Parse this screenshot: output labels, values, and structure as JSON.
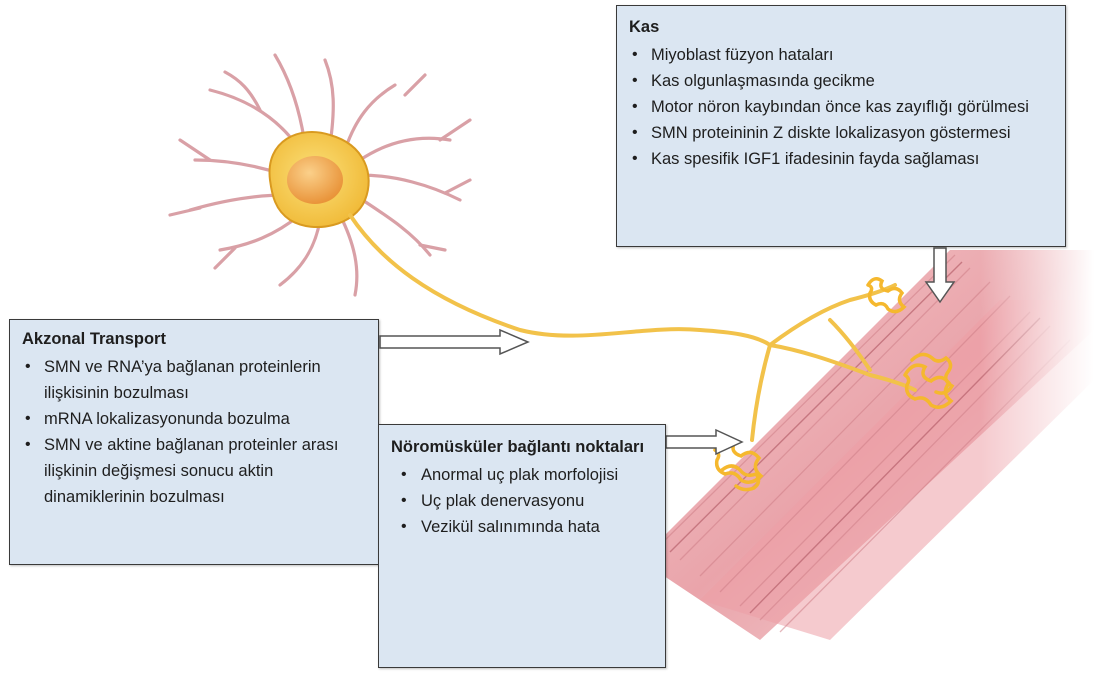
{
  "kas": {
    "title": "Kas",
    "items": [
      "Miyoblast füzyon hataları",
      "Kas olgunlaşmasında gecikme",
      "Motor nöron kaybından önce kas zayıflığı görülmesi",
      "SMN proteininin Z diskte lokalizasyon göstermesi",
      "Kas spesifik IGF1 ifadesinin fayda sağlaması"
    ]
  },
  "akzonal": {
    "title": "Akzonal Transport",
    "items": [
      "SMN ve RNA’ya bağlanan proteinlerin ilişkisinin bozulması",
      "mRNA lokalizasyonunda bozulma",
      "SMN ve aktine bağlanan proteinler arası ilişkinin değişmesi sonucu aktin dinamiklerinin bozulması"
    ]
  },
  "noromuskuler": {
    "title": "Nöromüsküler bağlantı noktaları",
    "items": [
      "Anormal uç plak morfolojisi",
      "Uç plak denervasyonu",
      "Vezikül salınımında hata"
    ]
  },
  "colors": {
    "box_fill": "#dbe6f2",
    "neuron": "#f2c24a",
    "neuron_outline": "#d99a20",
    "nucleus": "#f3a94a",
    "dendrite": "#d9a0a6",
    "muscle": "#e8a3a8",
    "muscle_stripe": "#cf7f88",
    "endplate": "#f5b82e"
  }
}
